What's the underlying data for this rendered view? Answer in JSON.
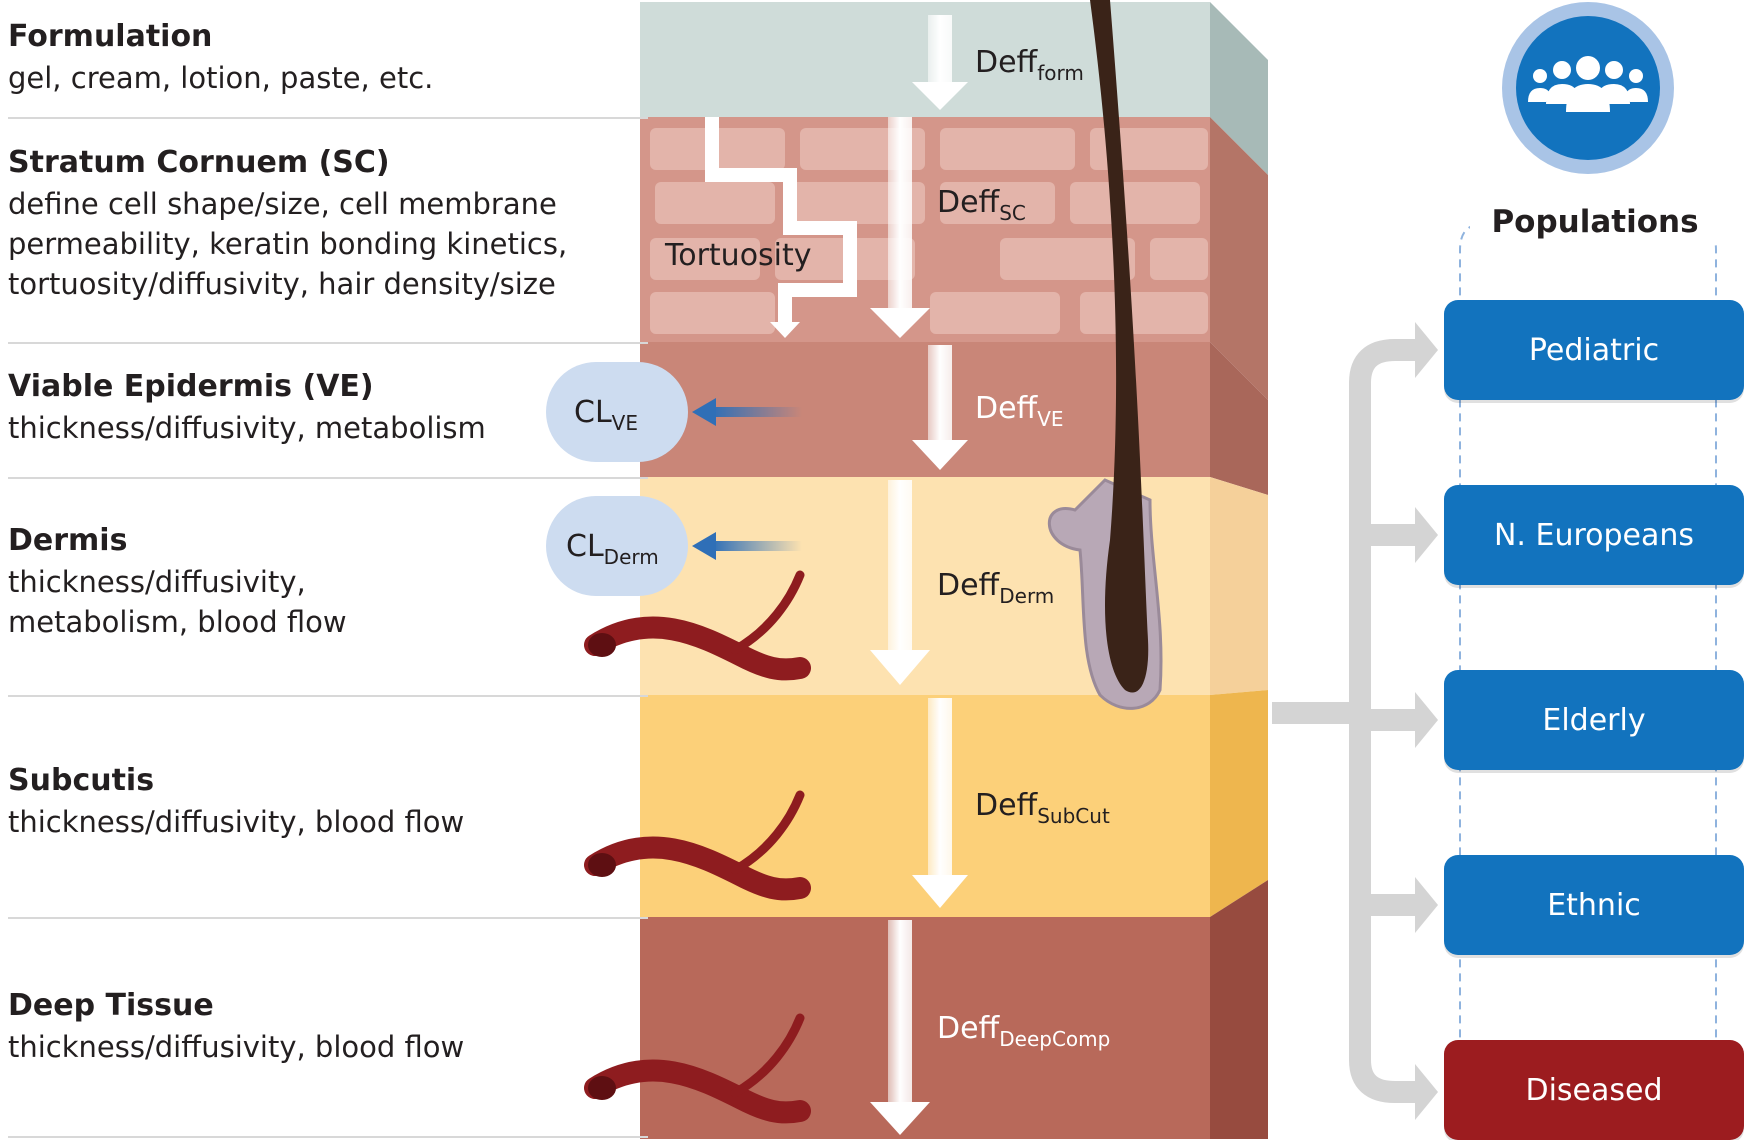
{
  "layers": [
    {
      "title": "Formulation",
      "desc": [
        "gel, cream, lotion, paste, etc."
      ],
      "deff_main": "Deff",
      "deff_sub": "form"
    },
    {
      "title": "Stratum Cornuem (SC)",
      "desc": [
        "define cell shape/size, cell membrane",
        "permeability, keratin bonding kinetics,",
        "tortuosity/diffusivity, hair density/size"
      ],
      "deff_main": "Deff",
      "deff_sub": "SC"
    },
    {
      "title": "Viable Epidermis (VE)",
      "desc": [
        "thickness/diffusivity, metabolism"
      ],
      "deff_main": "Deff",
      "deff_sub": "VE"
    },
    {
      "title": "Dermis",
      "desc": [
        "thickness/diffusivity,",
        "metabolism, blood flow"
      ],
      "deff_main": "Deff",
      "deff_sub": "Derm"
    },
    {
      "title": "Subcutis",
      "desc": [
        "thickness/diffusivity, blood flow"
      ],
      "deff_main": "Deff",
      "deff_sub": "SubCut"
    },
    {
      "title": "Deep Tissue",
      "desc": [
        "thickness/diffusivity, blood flow"
      ],
      "deff_main": "Deff",
      "deff_sub": "DeepComp"
    }
  ],
  "tortuosity_label": "Tortuosity",
  "clearance": [
    {
      "main": "CL",
      "sub": "VE"
    },
    {
      "main": "CL",
      "sub": "Derm"
    }
  ],
  "populations": {
    "title": "Populations",
    "icon": "people-group-icon",
    "items": [
      {
        "label": "Pediatric",
        "color": "#1273be"
      },
      {
        "label": "N. Europeans",
        "color": "#1273be"
      },
      {
        "label": "Elderly",
        "color": "#1273be"
      },
      {
        "label": "Ethnic",
        "color": "#1273be"
      },
      {
        "label": "Diseased",
        "color": "#9c1c1f"
      }
    ]
  },
  "colors": {
    "formulation": "#cfdcd9",
    "stratum_corneum": "#d4968a",
    "viable_epidermis": "#c98678",
    "dermis": "#fde2b0",
    "subcutis": "#fcd079",
    "deep_tissue": "#b8695a",
    "clearance_bubble": "#cddcf0",
    "vessel": "#8e1c1f",
    "connector": "#d4d4d4",
    "badge_ring": "#a9c4e6",
    "badge_fill": "#1273be"
  }
}
